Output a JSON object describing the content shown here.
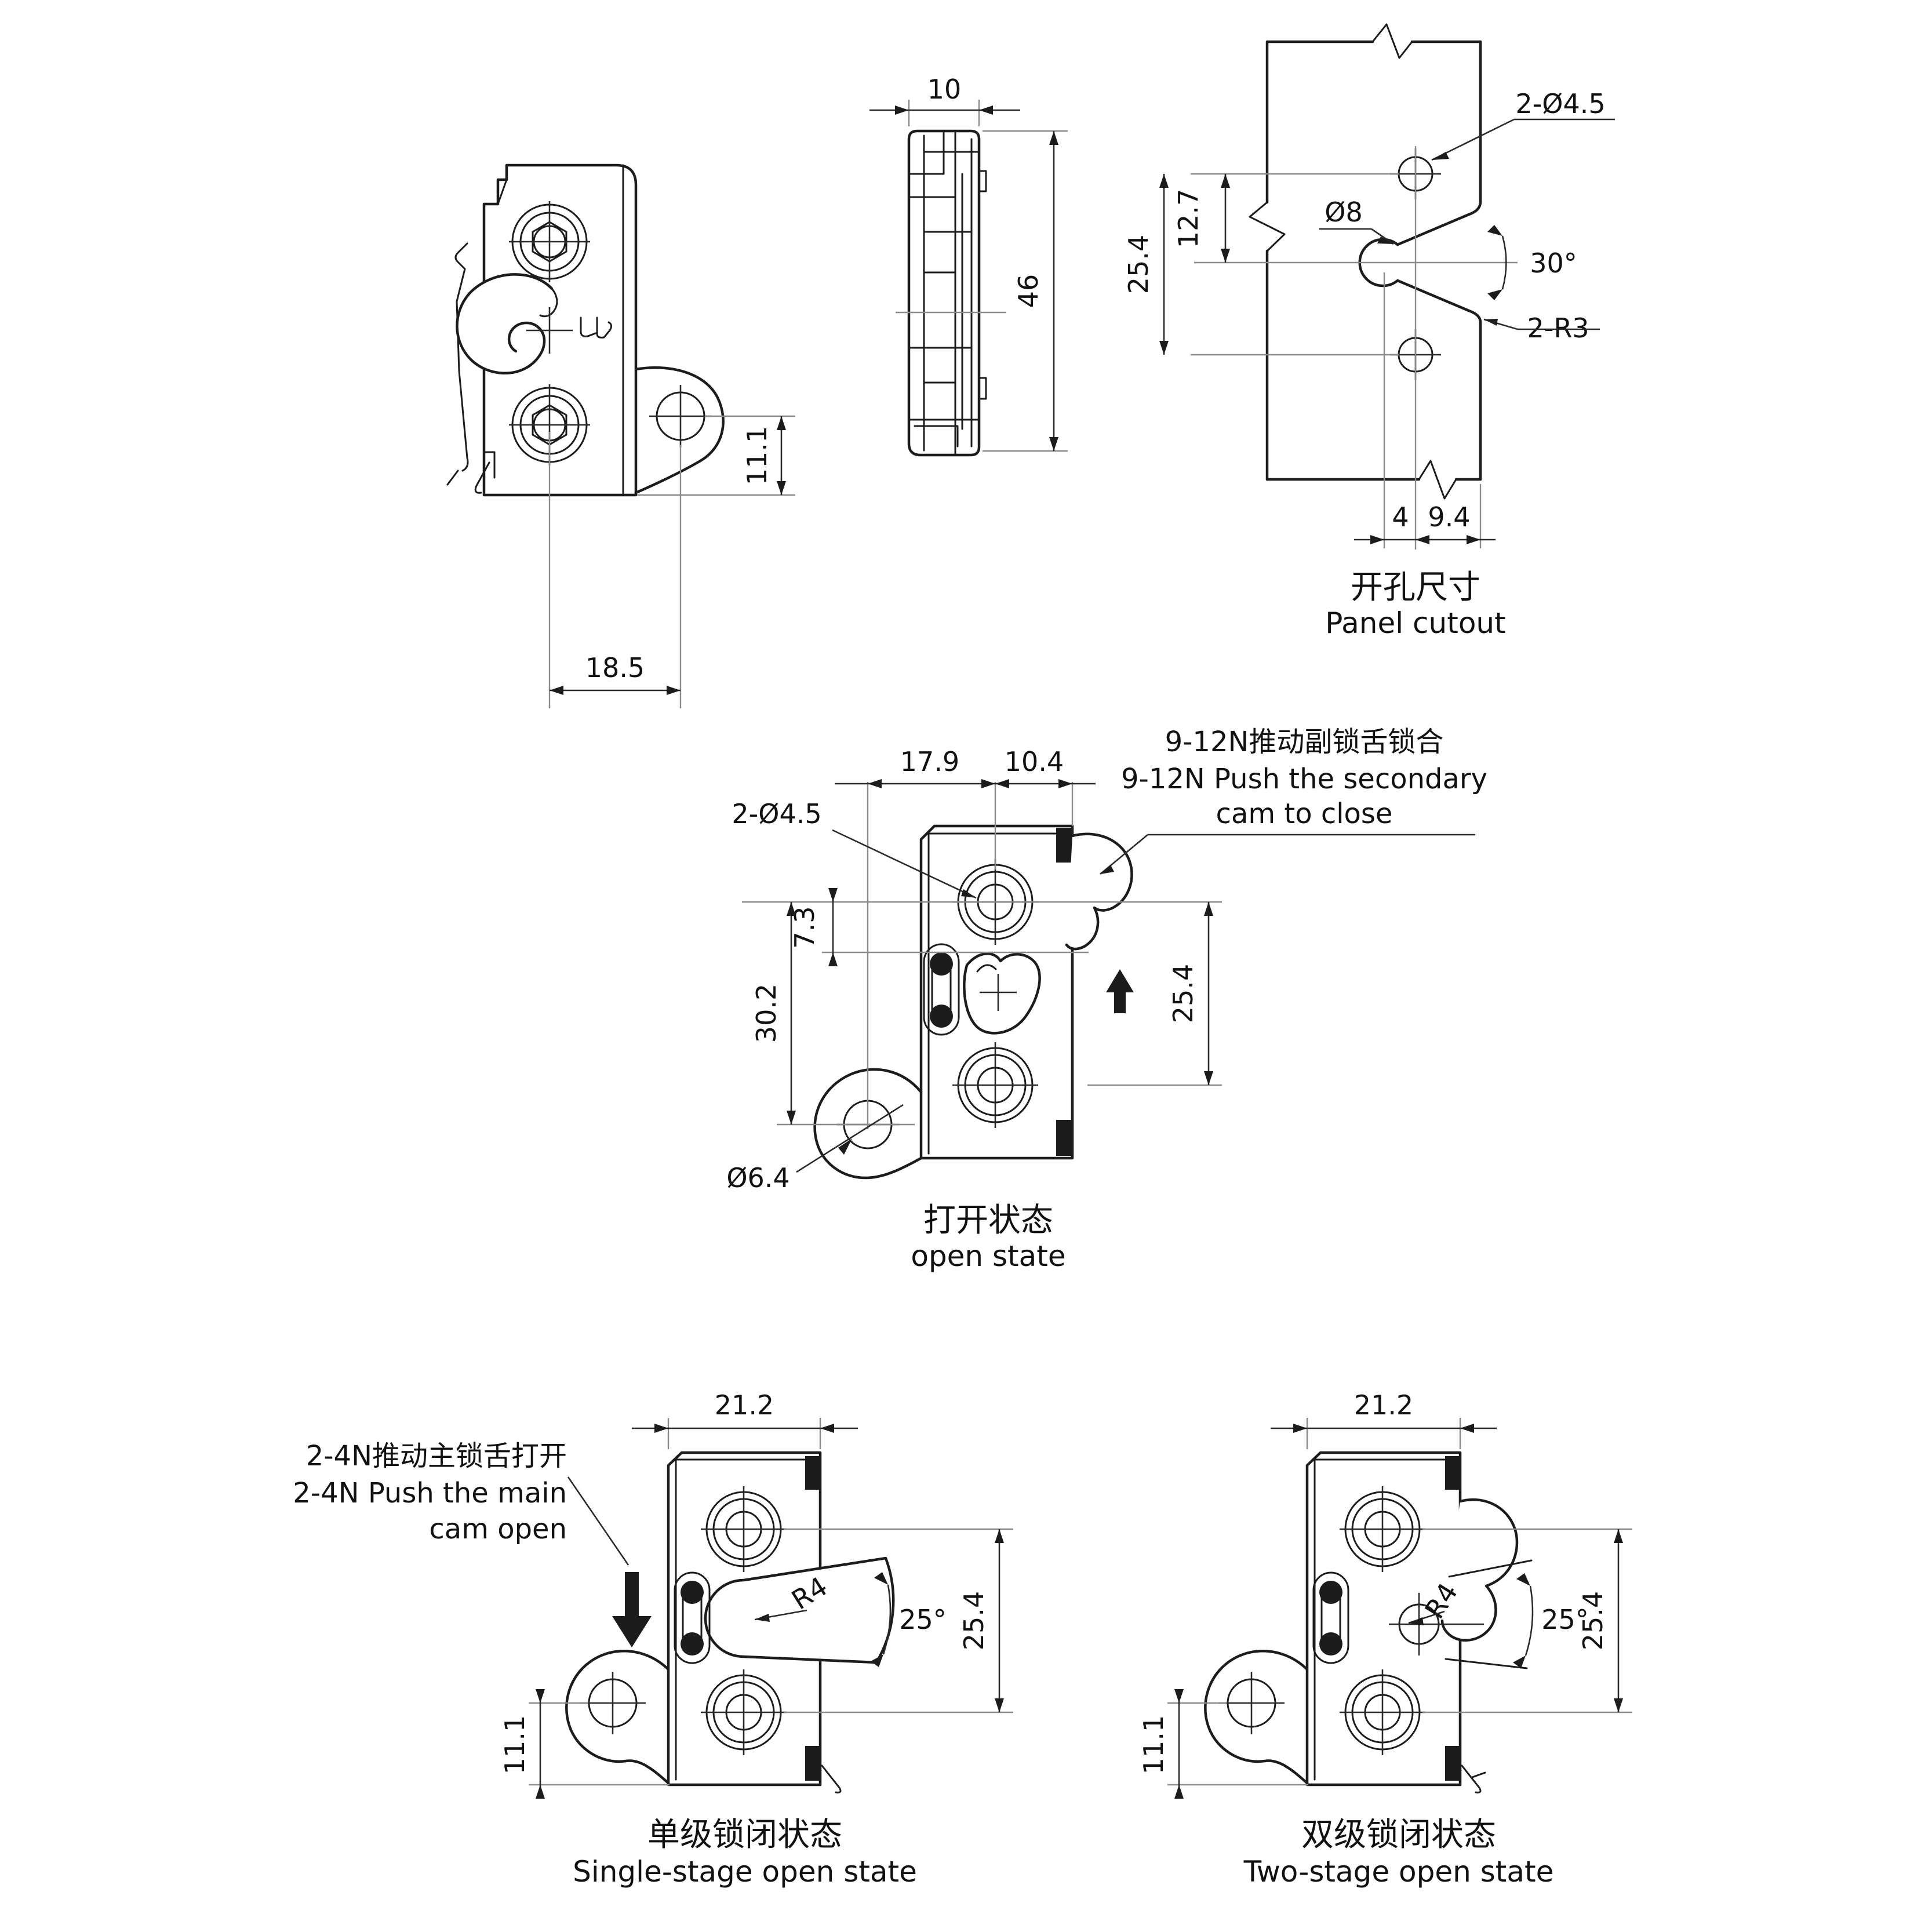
{
  "views": {
    "front": {
      "d185": "18.5",
      "d111": "11.1"
    },
    "side": {
      "d10": "10",
      "d46": "46"
    },
    "panel": {
      "holes": "2-Ø4.5",
      "d254": "25.4",
      "d127": "12.7",
      "d8": "Ø8",
      "a30": "30°",
      "r3": "2-R3",
      "d4": "4",
      "d94": "9.4",
      "cap_zh": "开孔尺寸",
      "cap_en": "Panel cutout"
    },
    "open": {
      "d179": "17.9",
      "d104": "10.4",
      "holes": "2-Ø4.5",
      "d73": "7.3",
      "d302": "30.2",
      "d254": "25.4",
      "d64": "Ø6.4",
      "note_zh": "9-12N推动副锁舌锁合",
      "note_en1": "9-12N Push the secondary",
      "note_en2": "cam to close",
      "cap_zh": "打开状态",
      "cap_en": "open state"
    },
    "single": {
      "d212": "21.2",
      "r4": "R4",
      "a25": "25°",
      "d254": "25.4",
      "d111": "11.1",
      "note_zh": "2-4N推动主锁舌打开",
      "note_en1": "2-4N Push the main",
      "note_en2": "cam open",
      "cap_zh": "单级锁闭状态",
      "cap_en": "Single-stage open state"
    },
    "two": {
      "d212": "21.2",
      "r4": "R4",
      "a25": "25°",
      "d254": "25.4",
      "d111": "11.1",
      "cap_zh": "双级锁闭状态",
      "cap_en": "Two-stage open state"
    }
  }
}
